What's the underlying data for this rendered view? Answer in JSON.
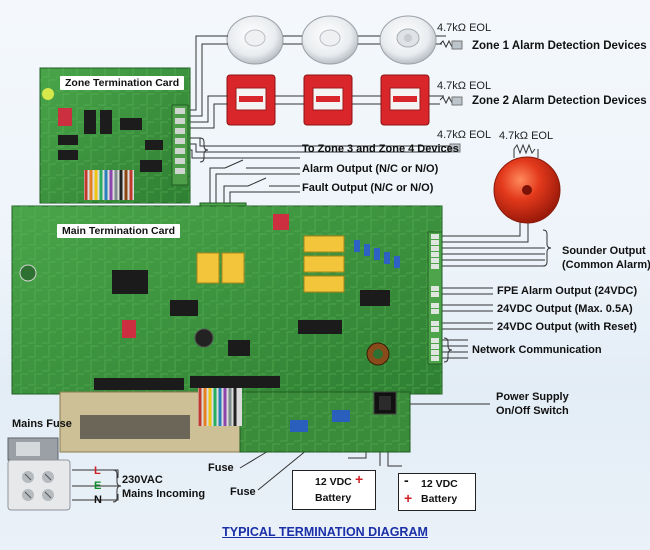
{
  "zone_card": {
    "title": "Zone Termination Card"
  },
  "main_card": {
    "title": "Main Termination Card"
  },
  "eol": {
    "zone1": "4.7kΩ EOL",
    "zone2": "4.7kΩ EOL",
    "zone34": "4.7kΩ EOL",
    "sounder": "4.7kΩ EOL"
  },
  "outputs": {
    "zone1": "Zone 1 Alarm Detection Devices",
    "zone2": "Zone 2 Alarm Detection Devices",
    "zone34": "To Zone 3 and Zone 4 Devices",
    "alarm": "Alarm Output (N/C or N/O)",
    "fault": "Fault Output (N/C or N/O)",
    "sounder_line1": "Sounder Output",
    "sounder_line2": "(Common Alarm)",
    "fpe": "FPE Alarm Output (24VDC)",
    "dc24": "24VDC Output (Max. 0.5A)",
    "dc24_reset": "24VDC Output (with Reset)",
    "network": "Network Communication",
    "psu_line1": "Power Supply",
    "psu_line2": "On/Off Switch"
  },
  "mains": {
    "fuse_title": "Mains Fuse",
    "terminal_l": "L",
    "terminal_e": "E",
    "terminal_n": "N",
    "incoming_line1": "230VAC",
    "incoming_line2": "Mains Incoming"
  },
  "fuses": {
    "fuse1": "Fuse",
    "fuse2": "Fuse"
  },
  "batteries": [
    {
      "line1": "12 VDC",
      "line2": "Battery",
      "pos": "+",
      "neg": "-"
    },
    {
      "line1": "12 VDC",
      "line2": "Battery",
      "pos": "+",
      "neg": "-"
    }
  ],
  "footer": "TYPICAL TERMINATION DIAGRAM",
  "colors": {
    "pcb": "#3f9a3f",
    "pcb_dark": "#2f7e31",
    "callpoint": "#d8262a",
    "bell": "#e23a1e",
    "footer": "#1a2fa8"
  }
}
